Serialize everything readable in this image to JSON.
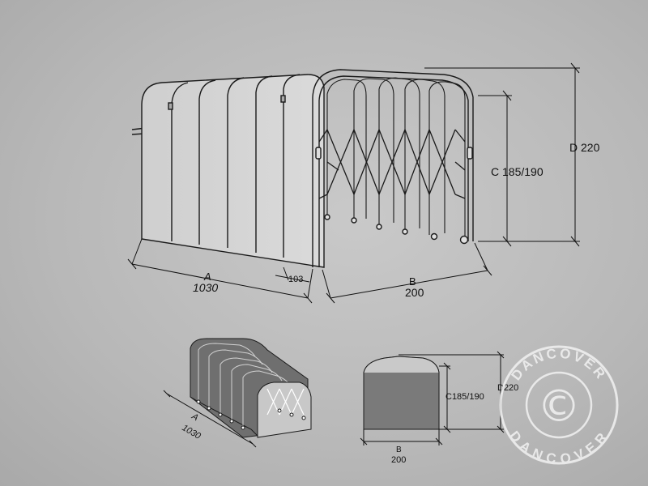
{
  "main_diagram": {
    "dim_a_letter": "A",
    "dim_a_value": "1030",
    "dim_a_offset": "103",
    "dim_b_letter": "B",
    "dim_b_value": "200",
    "dim_c_label": "C 185/190",
    "dim_d_label": "D 220"
  },
  "small_side_view": {
    "dim_a_letter": "A",
    "dim_a_value": "1030"
  },
  "small_front_view": {
    "dim_b_letter": "B",
    "dim_b_value": "200",
    "dim_c_label": "C185/190",
    "dim_d_label": "D220"
  },
  "watermark": {
    "brand": "DANCOVER",
    "symbol": "©"
  },
  "colors": {
    "background": "#bdbdbd",
    "line": "#1a1a1a",
    "cover_light": "#d4d4d4",
    "cover_dark": "#6e6e6e"
  }
}
